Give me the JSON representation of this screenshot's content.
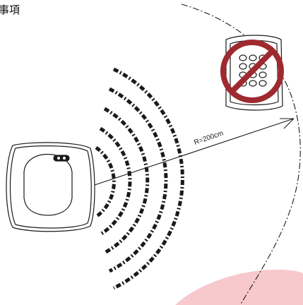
{
  "title": "事項",
  "radius_label": "R=200cm",
  "colors": {
    "ink": "#1a1a1a",
    "prohibit": "#9e2a2f",
    "pink_region": "#f7c9cc"
  },
  "icons": {
    "reader": "card-reader-device",
    "keypad": "keypad-device",
    "prohibited": "prohibited-sign"
  }
}
